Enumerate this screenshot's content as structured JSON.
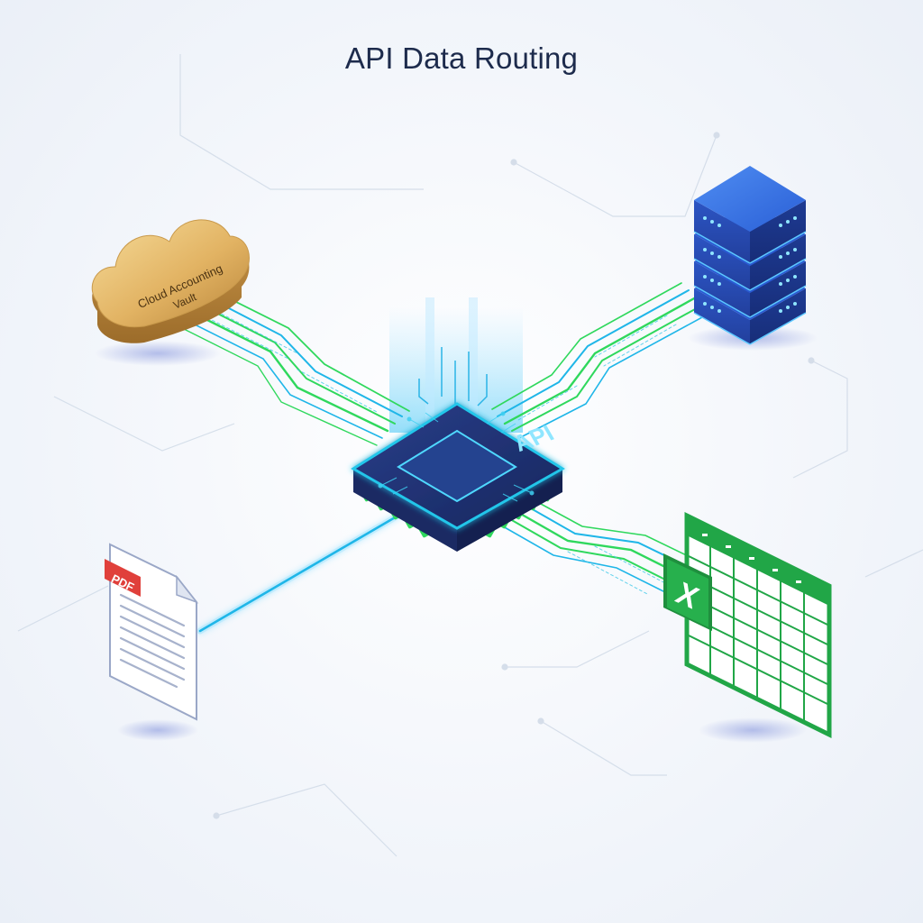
{
  "title": "API Data Routing",
  "hub": {
    "label": "API"
  },
  "nodes": {
    "cloud": {
      "label_line1": "Cloud Accounting",
      "label_line2": "Vault",
      "icon": "cloud-icon"
    },
    "database": {
      "icon": "database-server-icon"
    },
    "pdf": {
      "badge": "PDF",
      "icon": "pdf-document-icon"
    },
    "excel": {
      "badge": "X",
      "icon": "spreadsheet-icon"
    }
  },
  "colors": {
    "title": "#1d2b4c",
    "chip_dark": "#1f3270",
    "chip_glow": "#23c6ea",
    "trace_green": "#2fd85d",
    "trace_cyan": "#1fb6e8",
    "cloud_gold": "#e2b363",
    "db_blue": "#2f62d8",
    "excel_green": "#21a647",
    "pdf_red": "#e0403b"
  }
}
